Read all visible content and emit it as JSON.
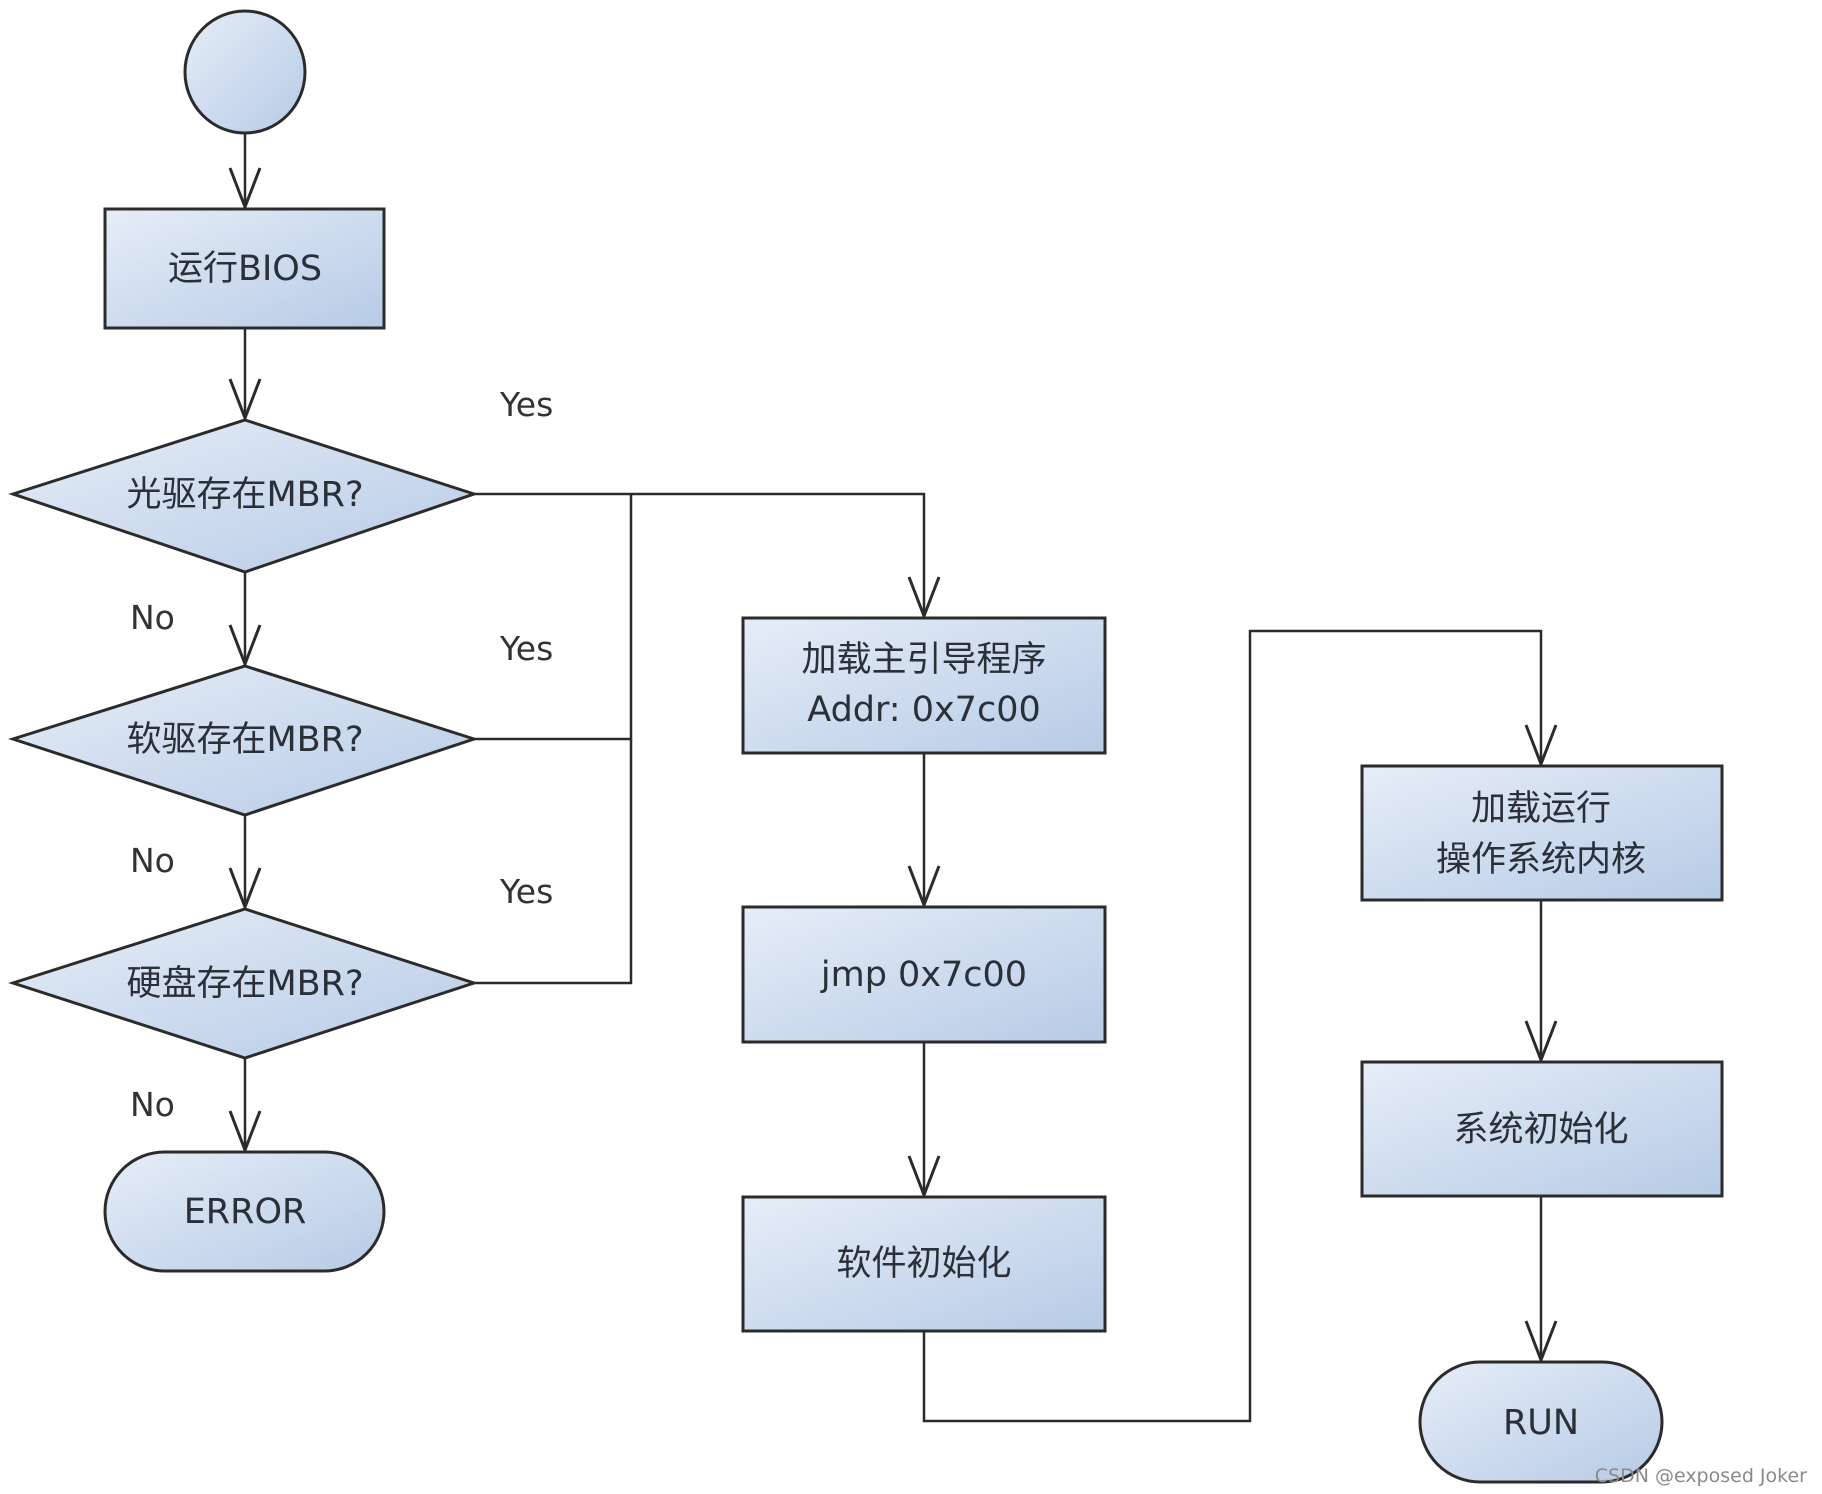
{
  "diagram": {
    "type": "flowchart",
    "nodes": {
      "start": {
        "kind": "start-circle",
        "text": ""
      },
      "bios": {
        "kind": "process",
        "text": "运行BIOS"
      },
      "cdrom": {
        "kind": "decision",
        "text": "光驱存在MBR?"
      },
      "floppy": {
        "kind": "decision",
        "text": "软驱存在MBR?"
      },
      "disk": {
        "kind": "decision",
        "text": "硬盘存在MBR?"
      },
      "error": {
        "kind": "terminator",
        "text": "ERROR"
      },
      "load_boot": {
        "kind": "process",
        "line1": "加载主引导程序",
        "line2": "Addr: 0x7c00"
      },
      "jmp": {
        "kind": "process",
        "text": "jmp 0x7c00"
      },
      "soft_init": {
        "kind": "process",
        "text": "软件初始化"
      },
      "load_kernel": {
        "kind": "process",
        "line1": "加载运行",
        "line2": "操作系统内核"
      },
      "sys_init": {
        "kind": "process",
        "text": "系统初始化"
      },
      "run": {
        "kind": "terminator",
        "text": "RUN"
      }
    },
    "edge_labels": {
      "yes": "Yes",
      "no": "No"
    },
    "edges": [
      {
        "from": "start",
        "to": "bios"
      },
      {
        "from": "bios",
        "to": "cdrom"
      },
      {
        "from": "cdrom",
        "to": "floppy",
        "label": "No"
      },
      {
        "from": "floppy",
        "to": "disk",
        "label": "No"
      },
      {
        "from": "disk",
        "to": "error",
        "label": "No"
      },
      {
        "from": "cdrom",
        "to": "load_boot",
        "label": "Yes"
      },
      {
        "from": "floppy",
        "to": "load_boot",
        "label": "Yes"
      },
      {
        "from": "disk",
        "to": "load_boot",
        "label": "Yes"
      },
      {
        "from": "load_boot",
        "to": "jmp"
      },
      {
        "from": "jmp",
        "to": "soft_init"
      },
      {
        "from": "soft_init",
        "to": "load_kernel"
      },
      {
        "from": "load_kernel",
        "to": "sys_init"
      },
      {
        "from": "sys_init",
        "to": "run"
      }
    ]
  },
  "watermark": "CSDN @exposed Joker"
}
